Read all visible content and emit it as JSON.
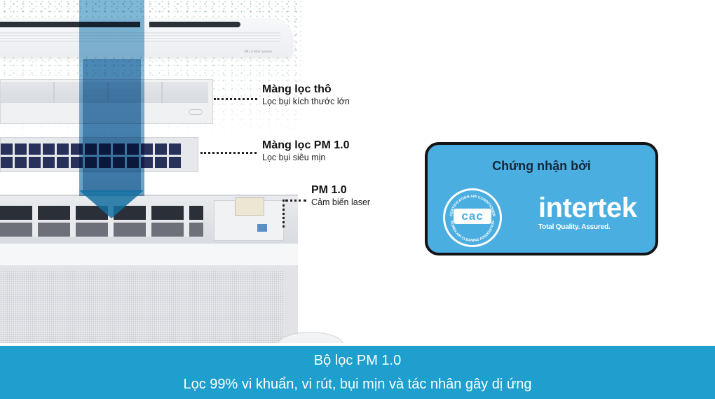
{
  "illustration": {
    "cover_label": "PM1.0 Filter System",
    "colors": {
      "air_column": "#3f8cc0",
      "arrow": "#146ea0",
      "filter_cells": "#27315a"
    }
  },
  "callouts": [
    {
      "title": "Màng lọc thô",
      "subtitle": "Lọc bụi kích thước lớn"
    },
    {
      "title": "Màng lọc PM 1.0",
      "subtitle": "Lọc bụi siêu mịn"
    },
    {
      "title": "PM 1.0",
      "subtitle": "Cảm biến laser"
    }
  ],
  "certification": {
    "heading": "Chứng nhận bởi",
    "background_color": "#4aaee0",
    "border_color": "#141414",
    "logos": [
      {
        "name": "cac-logo",
        "mark": "cac",
        "ring_top": "CERTIFICATION AIR CONDITIONER",
        "ring_bottom": "KOREA AIR CLEANING ASSOCIATION"
      },
      {
        "name": "intertek-logo",
        "wordmark": "intertek",
        "tagline": "Total Quality. Assured."
      }
    ]
  },
  "caption": {
    "background_color": "#1e9fcd",
    "title": "Bộ lọc PM 1.0",
    "description": "Lọc 99% vi khuẩn, vi rút, bụi mịn và tác nhân gây dị ứng"
  }
}
